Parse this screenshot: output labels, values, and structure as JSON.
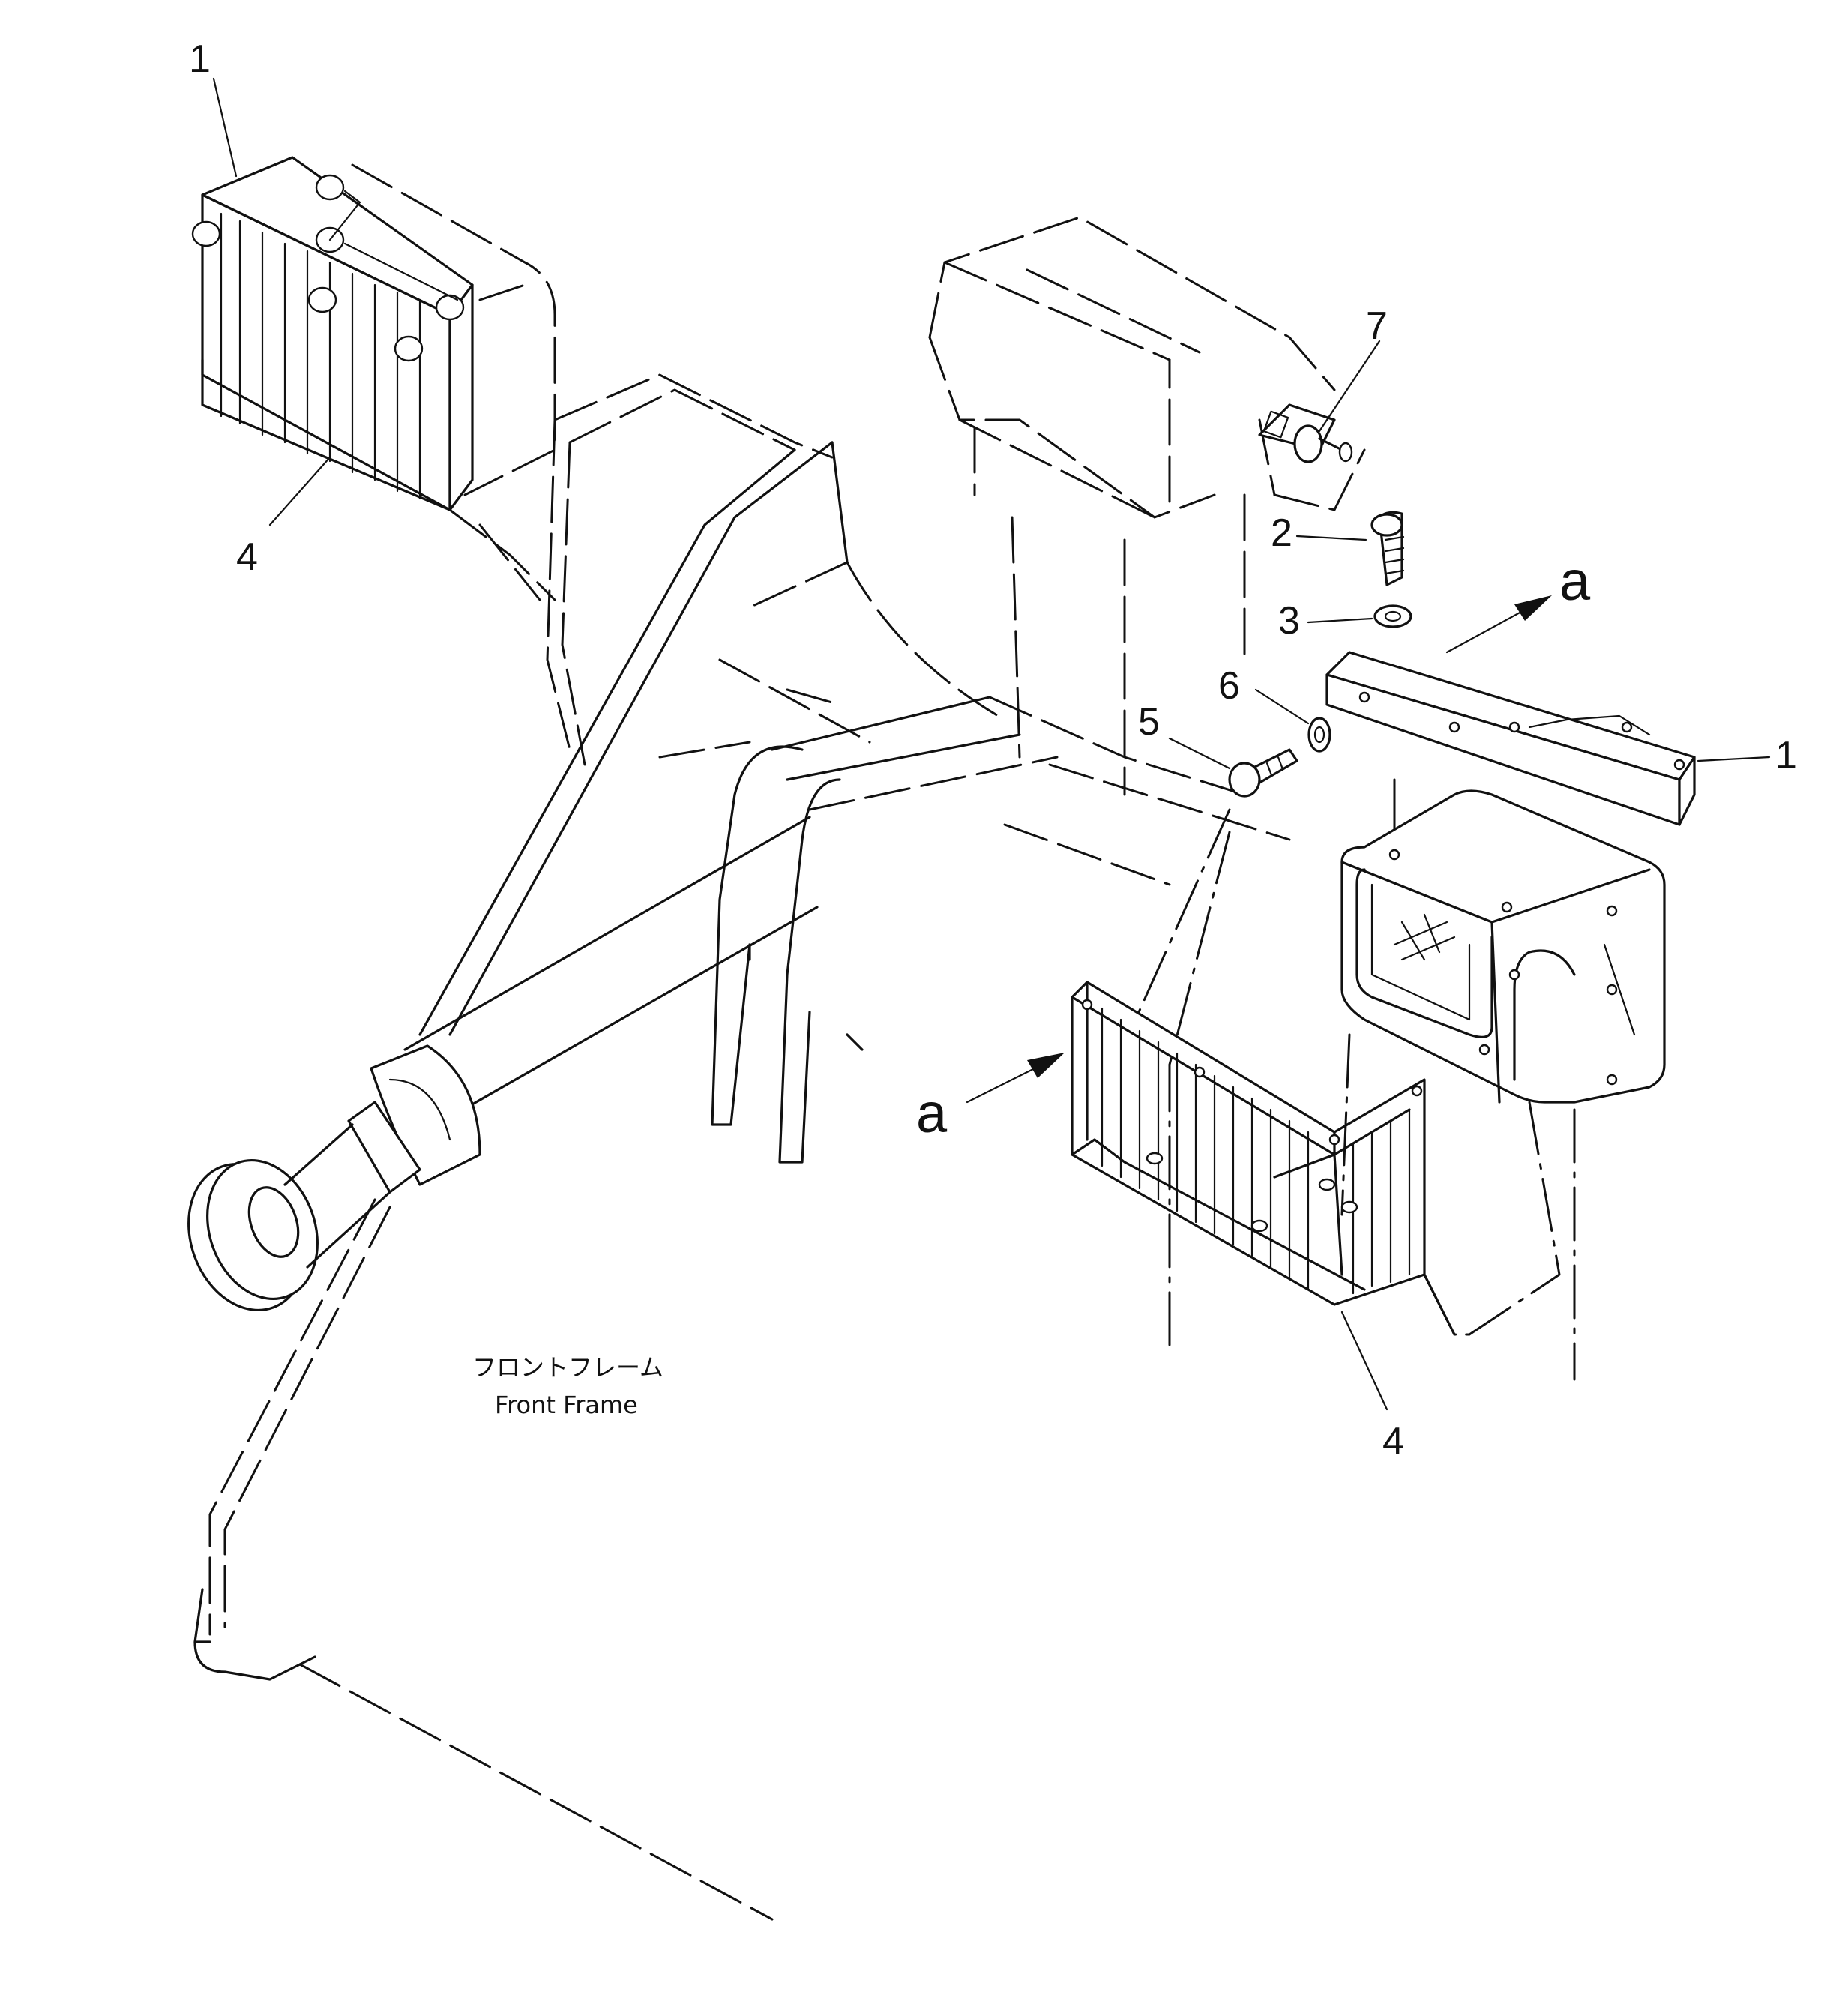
{
  "callouts": {
    "battery_left": "1",
    "tray_left": "4",
    "item_7": "7",
    "item_2": "2",
    "item_3": "3",
    "item_6": "6",
    "item_5": "5",
    "bracket_right": "1",
    "tray_right": "4"
  },
  "view_marks": {
    "upper_right": "a",
    "lower_left": "a"
  },
  "frame_label": {
    "japanese": "フロントフレーム",
    "english": "Front Frame"
  }
}
